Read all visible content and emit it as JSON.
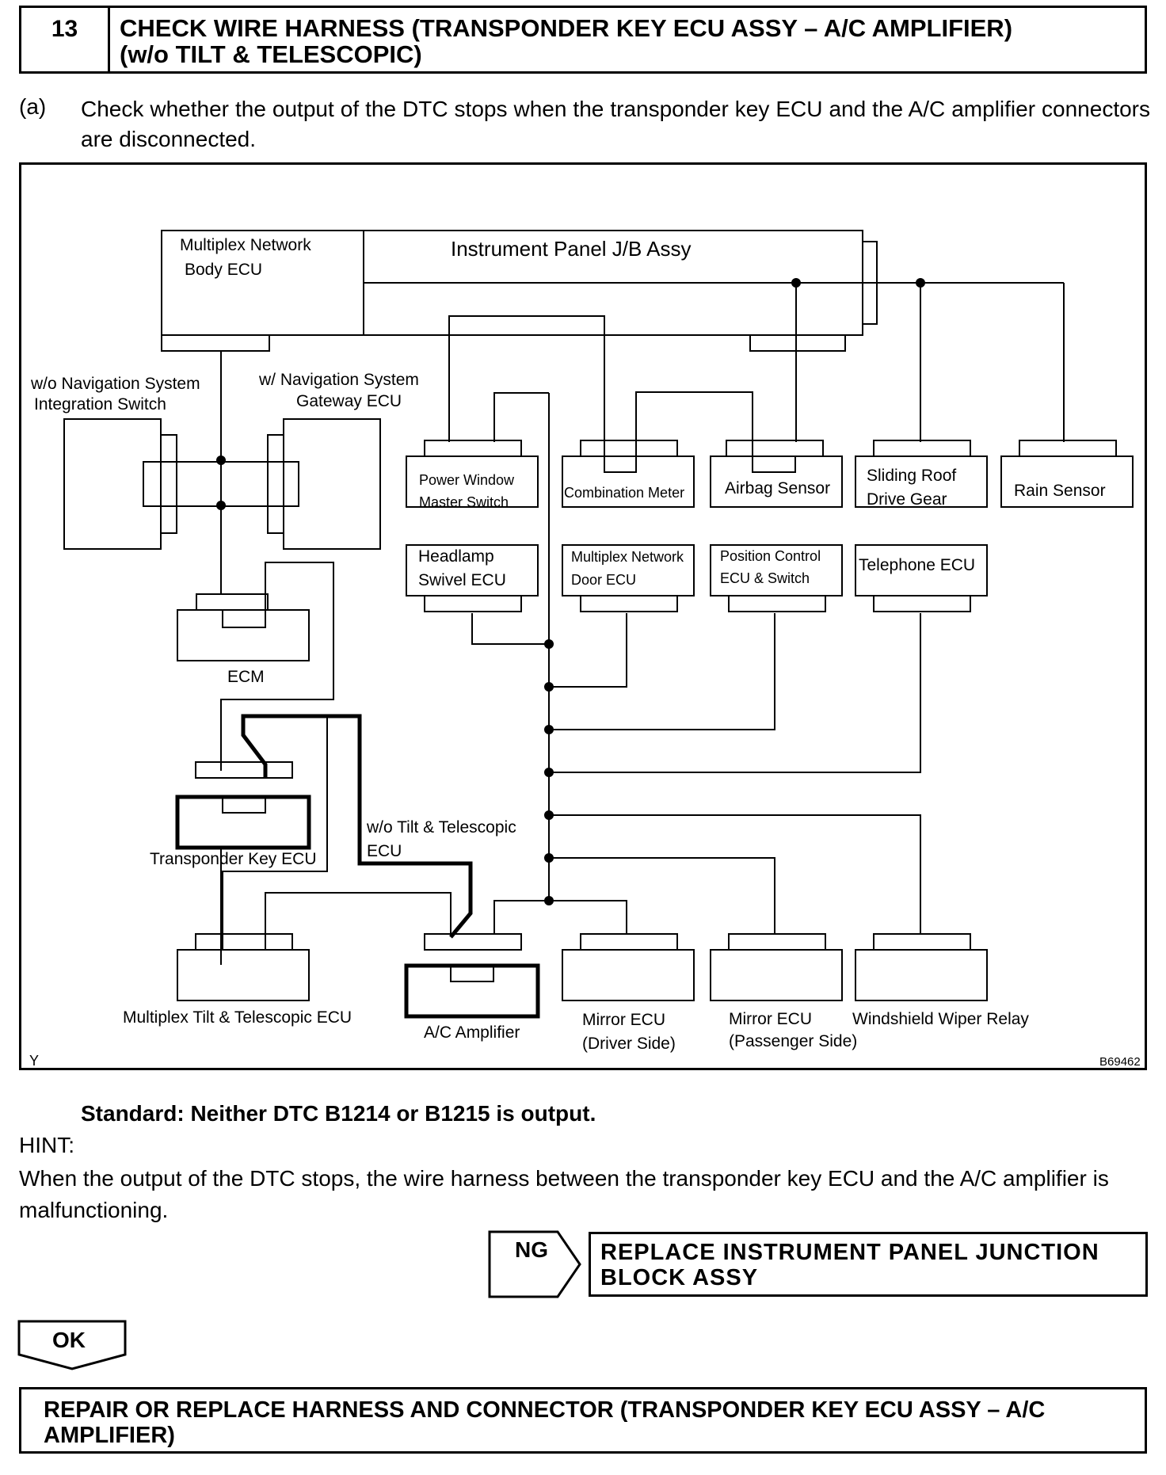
{
  "step": {
    "number": "13",
    "title_line1": "CHECK WIRE HARNESS (TRANSPONDER KEY ECU ASSY – A/C AMPLIFIER)",
    "title_line2": "(w/o TILT & TELESCOPIC)"
  },
  "instruction": {
    "label": "(a)",
    "text": "Check whether the output of the DTC stops when the transponder key ECU and the A/C amplifier connectors are disconnected."
  },
  "diagram": {
    "labels": {
      "mpx_body_1": "Multiplex Network",
      "mpx_body_2": "Body ECU",
      "jb": "Instrument Panel J/B Assy",
      "wo_nav_1": "w/o Navigation System",
      "wo_nav_2": "Integration Switch",
      "w_nav_1": "w/ Navigation System",
      "w_nav_2": "Gateway ECU",
      "pw_1": "Power Window",
      "pw_2": "Master Switch",
      "combo": "Combination Meter",
      "airbag": "Airbag Sensor",
      "sliding_1": "Sliding Roof",
      "sliding_2": "Drive Gear",
      "rain": "Rain Sensor",
      "headlamp_1": "Headlamp",
      "headlamp_2": "Swivel ECU",
      "door_1": "Multiplex Network",
      "door_2": "Door ECU",
      "pos_1": "Position Control",
      "pos_2": "ECU & Switch",
      "tel": "Telephone ECU",
      "ecm": "ECM",
      "tkey": "Transponder Key ECU",
      "wo_tilt_1": "w/o Tilt & Telescopic",
      "wo_tilt_2": "ECU",
      "tilt": "Multiplex Tilt & Telescopic ECU",
      "ac": "A/C Amplifier",
      "mirror_d_1": "Mirror ECU",
      "mirror_d_2": "(Driver Side)",
      "mirror_p_1": "Mirror ECU",
      "mirror_p_2": "(Passenger Side)",
      "wiper": "Windshield Wiper Relay",
      "corner_y": "Y",
      "figure_code": "B69462"
    }
  },
  "standard": "Standard: Neither DTC B1214 or B1215 is output.",
  "hint": {
    "label": "HINT:",
    "text": "When the output of the DTC stops, the wire harness between the transponder key ECU and the A/C amplifier is malfunctioning."
  },
  "ng": {
    "label": "NG",
    "result": "REPLACE INSTRUMENT PANEL JUNCTION BLOCK ASSY"
  },
  "ok": {
    "label": "OK"
  },
  "final": {
    "text": "REPAIR OR REPLACE HARNESS AND CONNECTOR (TRANSPONDER KEY ECU ASSY – A/C AMPLIFIER)"
  }
}
